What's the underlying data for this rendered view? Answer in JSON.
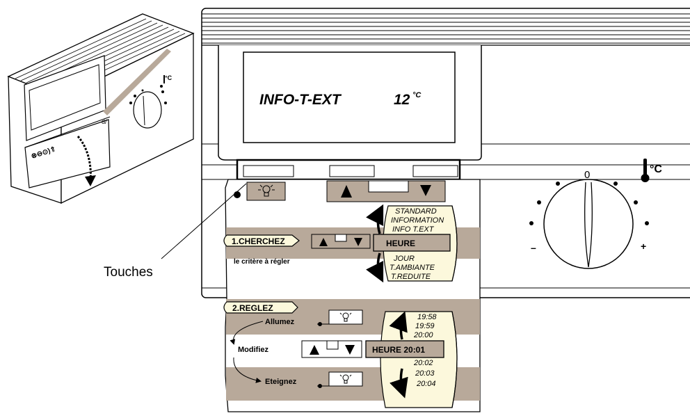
{
  "display": {
    "mode_text": "INFO-T-EXT",
    "temperature_value": "12",
    "temperature_unit": "°C"
  },
  "dial": {
    "thermometer_unit": "°C",
    "top_mark": "0",
    "minus_label": "–",
    "plus_label": "+"
  },
  "callout": {
    "label": "Touches"
  },
  "step1": {
    "title": "1.CHERCHEZ",
    "subtitle": "le critère à régler",
    "selected_item": "HEURE",
    "menu_above": [
      "STANDARD",
      "INFORMATION",
      "INFO T.EXT"
    ],
    "menu_below": [
      "JOUR",
      "T.AMBIANTE",
      "T.REDUITE"
    ]
  },
  "step2": {
    "title": "2.REGLEZ",
    "action_light_on": "Allumez",
    "action_modify": "Modifiez",
    "action_light_off": "Eteignez",
    "selected_item": "HEURE 20:01",
    "times_above": [
      "19:58",
      "19:59",
      "20:00"
    ],
    "times_below": [
      "20:02",
      "20:03",
      "20:04"
    ]
  },
  "colors": {
    "band": "#b8a99a",
    "scroll_paper": "#fcf8dc",
    "outline": "#000000",
    "arrow_brown": "#8a7a6a"
  },
  "icons": [
    "light-bulb-icon",
    "plus-arrow-icon",
    "minus-arrow-icon",
    "thermometer-icon",
    "up-arrow-icon",
    "down-arrow-icon"
  ]
}
